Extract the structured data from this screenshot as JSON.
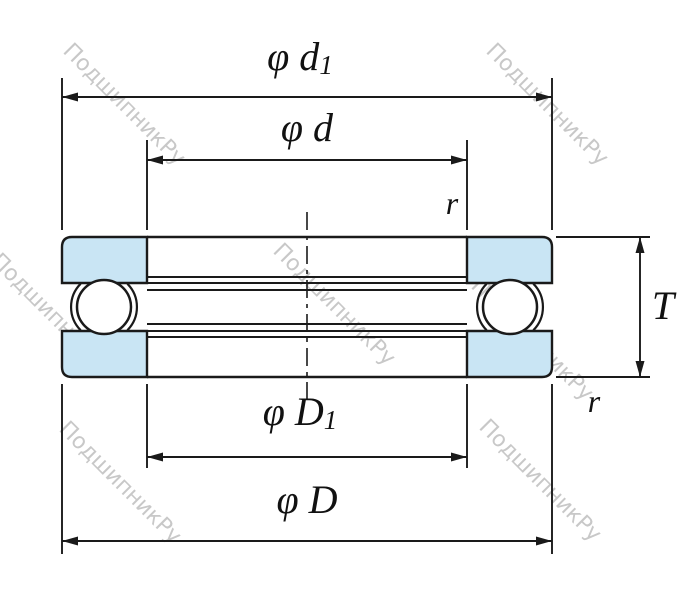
{
  "figure": {
    "kind": "thrust-bearing-cross-section-drawing",
    "watermark": "ПодшипникРу",
    "labels": {
      "top_outer_main": "φ d",
      "top_outer_sub": "1",
      "top_inner": "φ d",
      "fillet_top": "r",
      "height": "T",
      "fillet_bottom": "r",
      "bottom_inner_main": "φ D",
      "bottom_inner_sub": "1",
      "bottom_outer": "φ D"
    },
    "colors": {
      "line": "#1a1a1a",
      "washer_fill": "#c9e5f4",
      "watermark": "#c8c8c8",
      "background": "#ffffff"
    }
  }
}
